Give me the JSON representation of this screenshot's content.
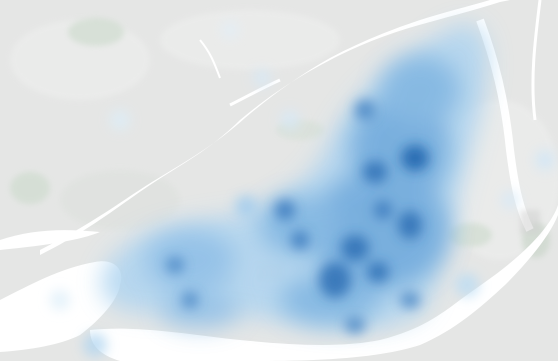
{
  "map": {
    "type": "heatmap",
    "colors": {
      "land": "#e5e6e5",
      "land_light": "#eeefee",
      "water": "#ffffff",
      "park": "#c9d9c9",
      "industrial": "#d6d6d6",
      "heat_low": "#aed4f0",
      "heat_mid": "#6aa6da",
      "heat_high": "#1f63ad"
    },
    "icons": [
      "heat-blob",
      "river",
      "park-area"
    ]
  }
}
